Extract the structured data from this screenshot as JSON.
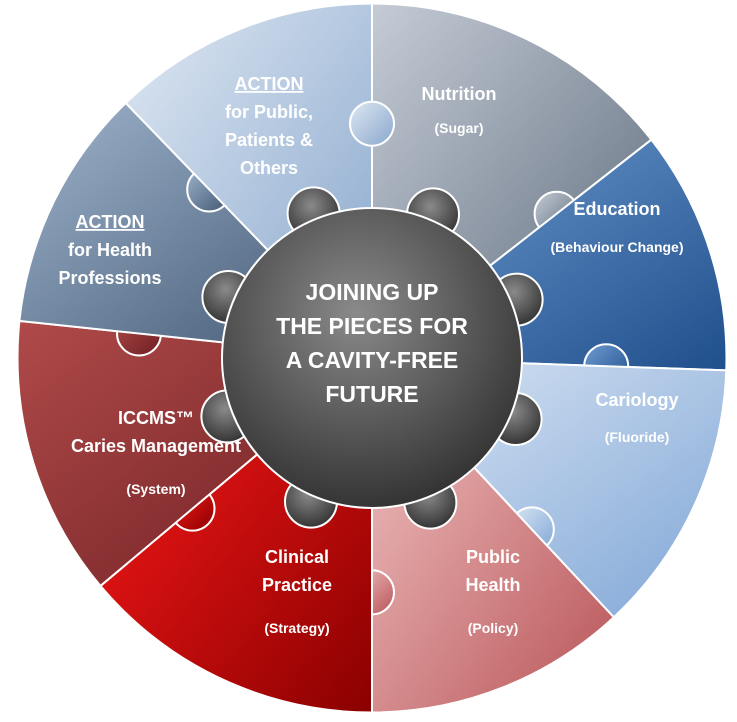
{
  "center": {
    "lines": [
      "JOINING UP",
      "THE PIECES FOR",
      "A CAVITY-FREE",
      "FUTURE"
    ]
  },
  "segments": [
    {
      "id": "nutrition",
      "title": [
        "Nutrition"
      ],
      "subtitle": "(Sugar)",
      "color_light": "#c5ccd6",
      "color_dark": "#5d6a7b",
      "text_color": "#ffffff"
    },
    {
      "id": "education",
      "title": [
        "Education"
      ],
      "subtitle": "(Behaviour Change)",
      "color_light": "#6f9bd0",
      "color_dark": "#1f4f8c",
      "text_color": "#ffffff"
    },
    {
      "id": "cariology",
      "title": [
        "Cariology"
      ],
      "subtitle": "(Fluoride)",
      "color_light": "#dbe6f4",
      "color_dark": "#7fa6d6",
      "text_color": "#ffffff"
    },
    {
      "id": "public-health",
      "title": [
        "Public",
        "Health"
      ],
      "subtitle": "(Policy)",
      "color_light": "#f1c4c4",
      "color_dark": "#b85457",
      "text_color": "#ffffff"
    },
    {
      "id": "clinical-practice",
      "title": [
        "Clinical",
        "Practice"
      ],
      "subtitle": "(Strategy)",
      "color_light": "#ff1a1a",
      "color_dark": "#8a0000",
      "text_color": "#ffffff"
    },
    {
      "id": "iccms",
      "title": [
        "ICCMS™",
        "Caries Management"
      ],
      "subtitle": "(System)",
      "color_light": "#b04a4a",
      "color_dark": "#6e1f22",
      "text_color": "#ffffff"
    },
    {
      "id": "action-health",
      "title": [
        "ACTION",
        "for Health",
        "Professions"
      ],
      "subtitle": "",
      "underline_first": true,
      "color_light": "#9fb3cc",
      "color_dark": "#3f5670",
      "text_color": "#ffffff"
    },
    {
      "id": "action-public",
      "title": [
        "ACTION",
        "for Public,",
        "Patients &",
        "Others"
      ],
      "subtitle": "",
      "underline_first": true,
      "color_light": "#dfe8f3",
      "color_dark": "#88a7cc",
      "text_color": "#ffffff"
    }
  ],
  "colors": {
    "hub_light": "#8a8a8a",
    "hub_dark": "#2e2e2e",
    "divider": "#ffffff"
  }
}
